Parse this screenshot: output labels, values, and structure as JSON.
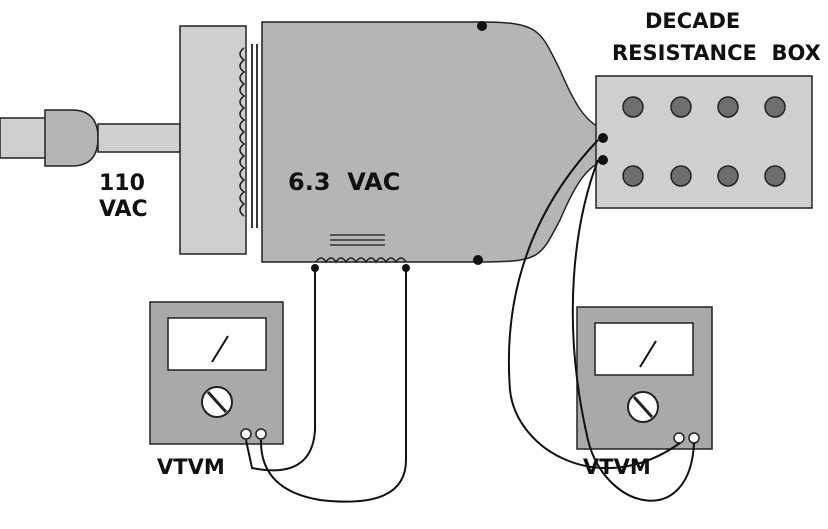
{
  "labels": {
    "supply_voltage_line1": "110",
    "supply_voltage_line2": "VAC",
    "secondary_voltage": "6.3  VAC",
    "box_title_line1": "DECADE",
    "box_title_line2": "RESISTANCE  BOX",
    "meter_left": "VTVM",
    "meter_right": "VTVM"
  },
  "colors": {
    "panel_gray": "#b5b5b5",
    "light_gray": "#cfcfcf",
    "meter_body": "#a9a9a9",
    "knob_gray": "#6e6e6e",
    "line": "#111111"
  },
  "icons": [
    "plug-icon",
    "transformer-icon",
    "knob-icon",
    "meter-needle-icon",
    "zero-adjust-icon",
    "terminal-icon"
  ]
}
